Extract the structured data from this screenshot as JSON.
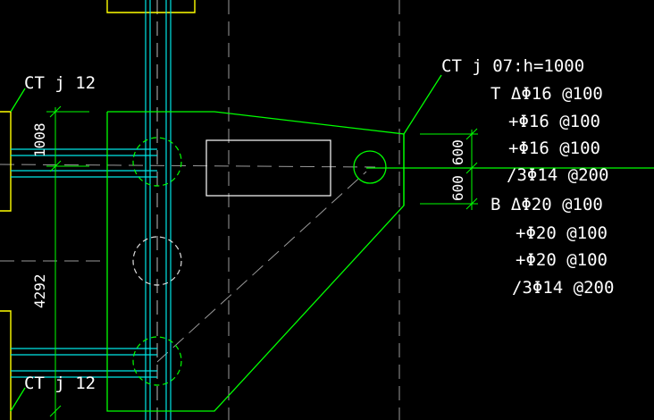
{
  "colors": {
    "background": "#000000",
    "concrete_outline": "#00ff00",
    "rebar": "#00ffff",
    "column": "#ffff00",
    "annotation_text": "#ffffff",
    "center_line": "#aaaaaa",
    "dimension_line": "#00ff00"
  },
  "labels": {
    "ct_top_left": "CT j 12",
    "ct_bottom_left": "CT j 12",
    "cap_title": "CT j 07:h=1000",
    "top_rebar": [
      "T ΔΦ16 @100",
      "+Φ16 @100",
      "+Φ16 @100",
      "/3Φ14 @200"
    ],
    "bottom_rebar": [
      "B ΔΦ20 @100",
      "+Φ20 @100",
      "+Φ20 @100",
      "/3Φ14 @200"
    ]
  },
  "dimensions": {
    "left_upper": "1008",
    "left_lower": "4292",
    "right_upper": "600",
    "right_lower": "600"
  },
  "icons": {
    "pile": "dashed-circle",
    "column_section": "rectangle",
    "leader_line": "line"
  }
}
